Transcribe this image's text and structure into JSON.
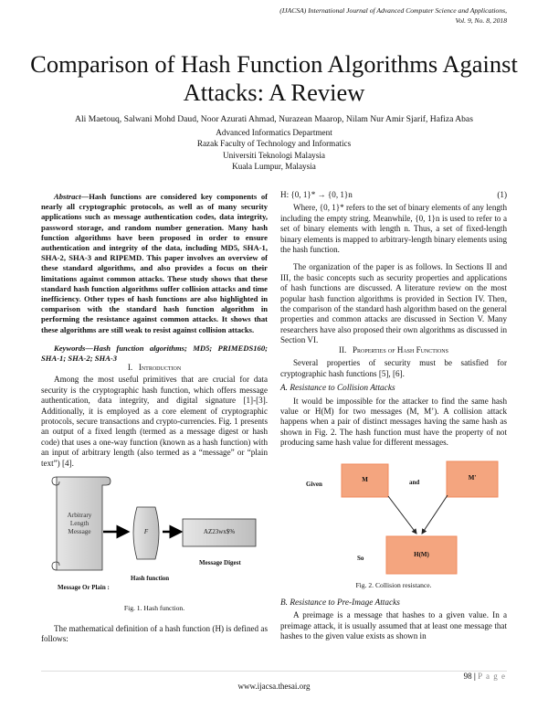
{
  "header": {
    "journal": "(IJACSA) International Journal of Advanced Computer Science and Applications,",
    "volume": "Vol. 9, No. 8, 2018"
  },
  "title_line1": "Comparison of Hash Function Algorithms Against",
  "title_line2": "Attacks: A Review",
  "authors": "Ali Maetouq, Salwani Mohd Daud, Noor Azurati Ahmad, Nurazean Maarop, Nilam Nur Amir Sjarif, Hafiza Abas",
  "affiliation": [
    "Advanced Informatics Department",
    "Razak Faculty of Technology and Informatics",
    "Universiti Teknologi Malaysia",
    "Kuala Lumpur, Malaysia"
  ],
  "abstract": {
    "label": "Abstract—",
    "text": "Hash functions are considered key components of nearly all cryptographic protocols, as well as of many security applications such as message authentication codes, data integrity, password storage, and random number generation. Many hash function algorithms have been proposed in order to ensure authentication and integrity of the data, including MD5, SHA-1, SHA-2, SHA-3 and RIPEMD. This paper involves an overview of these standard algorithms, and also provides a focus on their limitations against common attacks. These study shows that these standard hash function algorithms suffer collision attacks and time inefficiency. Other types of hash functions are also highlighted in comparison with the standard hash function algorithm in performing the resistance against common attacks. It shows that these algorithms are still weak to resist against collision attacks."
  },
  "keywords": {
    "label": "Keywords—",
    "text": "Hash function algorithms; MD5; PRIMEDS160; SHA-1; SHA-2; SHA-3"
  },
  "section1": {
    "heading_num": "I.",
    "heading": "Introduction",
    "para1": "Among the most useful primitives that are crucial for data security is the cryptographic hash function, which offers message authentication, data integrity, and digital signature [1]-[3]. Additionally, it is employed as a core element of cryptographic protocols, secure transactions and crypto-currencies. Fig. 1 presents an output of a fixed length (termed as a message digest or hash code) that uses a one-way function (known as a hash function) with an input of arbitrary length (also termed as a “message” or “plain text”) [4].",
    "para2": "The mathematical definition of a hash function (H) is defined as follows:"
  },
  "figure1": {
    "scroll_text": [
      "Arbitrary",
      "Length",
      "Message"
    ],
    "f_label": "F",
    "digest_value": "AZ23wx$%",
    "label_digest": "Message Digest",
    "label_hash": "Hash function",
    "label_message": "Message Or Plain :",
    "caption": "Fig. 1.   Hash function."
  },
  "equation": {
    "text": "H: {0, 1}* → {0, 1}n",
    "number": "(1)"
  },
  "right_para1": "Where, {0, 1}* refers to the set of binary elements of any length including the empty string. Meanwhile, {0, 1}n is used to refer to a set of binary elements with length n. Thus, a set of fixed-length binary elements is mapped to arbitrary-length binary elements using the hash function.",
  "right_para2": "The organization of the paper is as follows. In Sections II and III, the basic concepts such as security properties and applications of hash functions are discussed. A literature review on the most popular hash function algorithms is provided in Section IV. Then, the comparison of the standard hash algorithm based on the general properties and common attacks are discussed in Section V. Many researchers have also proposed their own algorithms as discussed in Section VI.",
  "section2": {
    "heading_num": "II.",
    "heading": "Properties of Hash Functions",
    "para1": "Several properties of security must be satisfied for cryptographic hash functions [5], [6].",
    "subA": "A.  Resistance to Collision Attacks",
    "paraA": "It would be impossible for the attacker to find the same hash value or H(M) for two messages (M, M’). A collision attack happens when a pair of distinct messages having the same hash as shown in Fig. 2. The hash function must have the property of not producing same hash value for different messages.",
    "subB": "B.  Resistance to Pre-Image Attacks",
    "paraB": "A preimage is a message that hashes to a given value. In a preimage attack, it is usually assumed that at least one message that hashes to the given value exists as shown in"
  },
  "figure2": {
    "given": "Given",
    "m": "M",
    "and": "and",
    "m_prime": "M'",
    "so": "So",
    "hm": "H(M)",
    "caption": "Fig. 2.   Collision resistance.",
    "box_color": "#f4a57f"
  },
  "footer": {
    "page": "98",
    "page_label": "P a g e",
    "url": "www.ijacsa.thesai.org"
  }
}
